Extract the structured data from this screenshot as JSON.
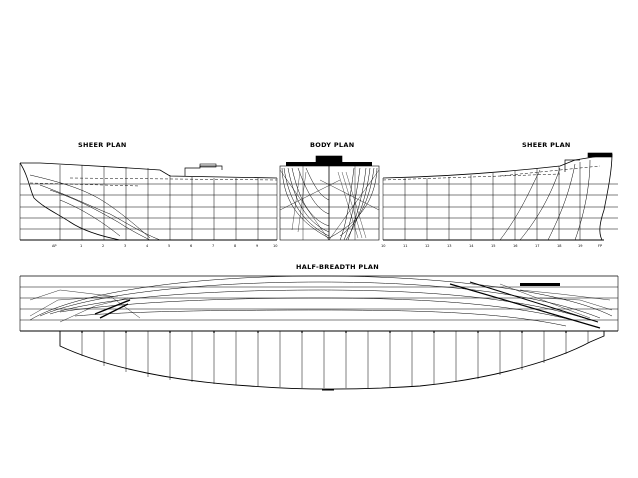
{
  "titles": {
    "sheer_left": "SHEER PLAN",
    "body": "BODY PLAN",
    "sheer_right": "SHEER PLAN",
    "half_breadth": "HALF-BREADTH PLAN"
  },
  "station_labels_left": [
    "AP",
    "1",
    "2",
    "3",
    "4",
    "5",
    "6",
    "7",
    "8",
    "9",
    "10"
  ],
  "station_labels_right": [
    "10",
    "11",
    "12",
    "13",
    "14",
    "15",
    "16",
    "17",
    "18",
    "19",
    "FP"
  ],
  "colors": {
    "line": "#000000",
    "background": "#ffffff"
  }
}
